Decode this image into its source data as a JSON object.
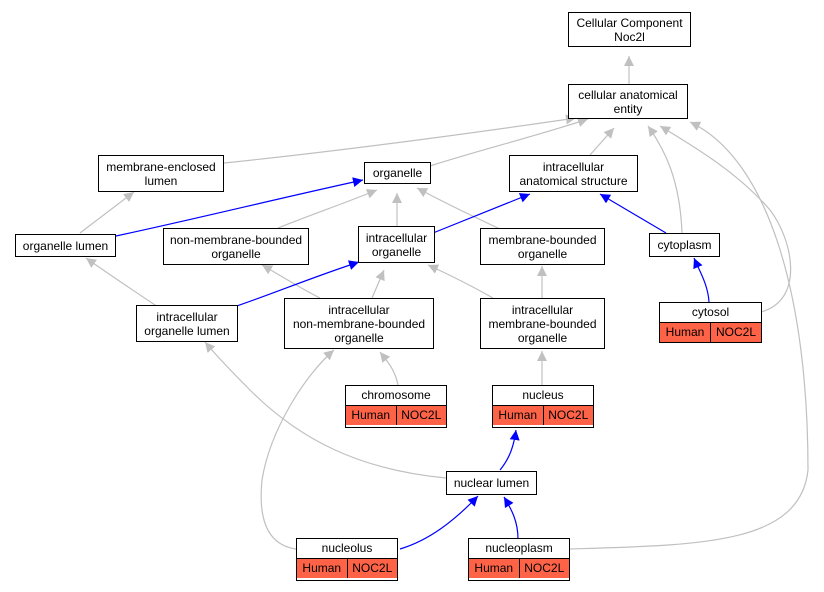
{
  "colors": {
    "edge_gray": "#c0c0c0",
    "edge_blue": "#0000ff",
    "annotation_fill": "#ff6347"
  },
  "nodes": {
    "root": {
      "line1": "Cellular Component",
      "line2": "Noc2l"
    },
    "cae": {
      "line1": "cellular anatomical",
      "line2": "entity"
    },
    "mel": {
      "line1": "membrane-enclosed",
      "line2": "lumen"
    },
    "organelle": {
      "line1": "organelle"
    },
    "ias": {
      "line1": "intracellular",
      "line2": "anatomical structure"
    },
    "olumen": {
      "line1": "organelle lumen"
    },
    "nmbo": {
      "line1": "non-membrane-bounded",
      "line2": "organelle"
    },
    "io": {
      "line1": "intracellular",
      "line2": "organelle"
    },
    "mbo": {
      "line1": "membrane-bounded",
      "line2": "organelle"
    },
    "cytoplasm": {
      "line1": "cytoplasm"
    },
    "iol": {
      "line1": "intracellular",
      "line2": "organelle lumen"
    },
    "inmbo": {
      "line1": "intracellular",
      "line2": "non-membrane-bounded",
      "line3": "organelle"
    },
    "imbo": {
      "line1": "intracellular",
      "line2": "membrane-bounded",
      "line3": "organelle"
    },
    "nuclear_lumen": {
      "line1": "nuclear lumen"
    }
  },
  "annotated": {
    "cytosol": {
      "name": "cytosol",
      "species": "Human",
      "gene": "NOC2L"
    },
    "chromosome": {
      "name": "chromosome",
      "species": "Human",
      "gene": "NOC2L"
    },
    "nucleus": {
      "name": "nucleus",
      "species": "Human",
      "gene": "NOC2L"
    },
    "nucleolus": {
      "name": "nucleolus",
      "species": "Human",
      "gene": "NOC2L"
    },
    "nucleoplasm": {
      "name": "nucleoplasm",
      "species": "Human",
      "gene": "NOC2L"
    }
  }
}
